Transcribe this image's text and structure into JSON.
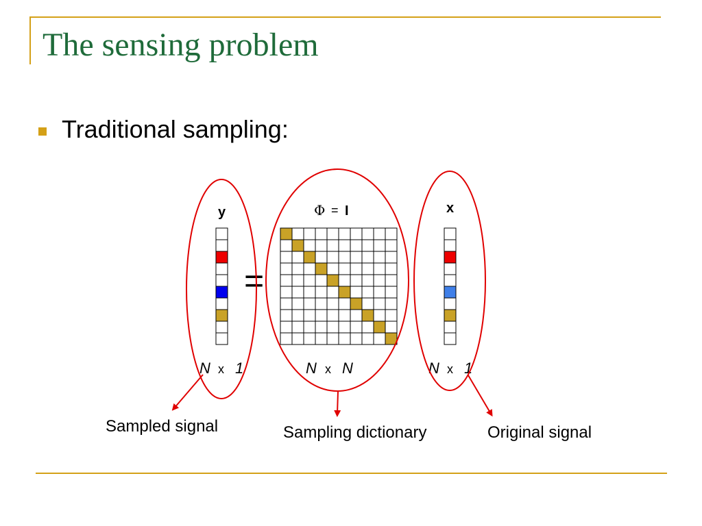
{
  "slide": {
    "title": "The sensing problem",
    "bullet": "Traditional sampling:"
  },
  "diagram": {
    "y_label": "y",
    "x_label": "x",
    "phi_label": "Φ",
    "phi_eq": "=",
    "phi_identity": "I",
    "equals_sign": "=",
    "dims": {
      "y": {
        "n": "N",
        "times": "x",
        "m": "1"
      },
      "phi": {
        "n": "N",
        "times": "x",
        "m": "N"
      },
      "x": {
        "n": "N",
        "times": "x",
        "m": "1"
      }
    },
    "captions": {
      "sampled": "Sampled signal",
      "dictionary": "Sampling dictionary",
      "original": "Original signal"
    },
    "vector_cells": 10,
    "matrix_size": 10,
    "y_colored": [
      {
        "index": 2,
        "color": "#ee0000"
      },
      {
        "index": 5,
        "color": "#0000ee"
      },
      {
        "index": 7,
        "color": "#c9a227"
      }
    ],
    "x_colored": [
      {
        "index": 2,
        "color": "#ee0000"
      },
      {
        "index": 5,
        "color": "#3f7fe8"
      },
      {
        "index": 7,
        "color": "#c9a227"
      }
    ],
    "diagonal_color": "#c9a227",
    "ellipse_color": "#e00000",
    "arrow_color": "#e00000"
  }
}
